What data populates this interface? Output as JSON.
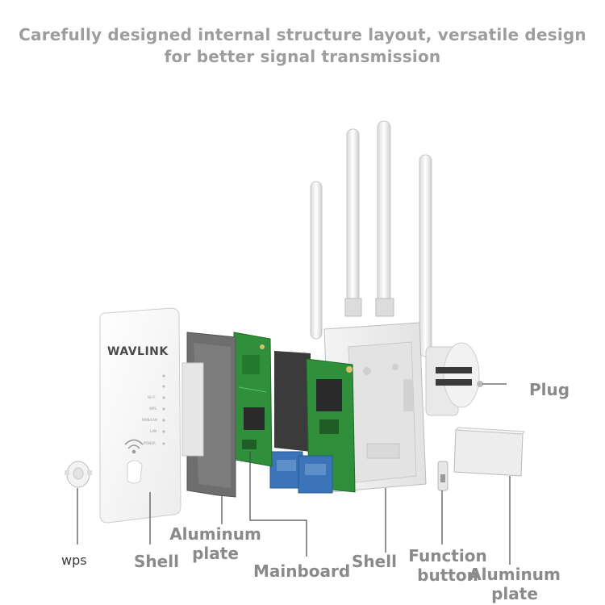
{
  "headline": {
    "line1": "Carefully designed internal structure layout, versatile design",
    "line2": "for better signal transmission"
  },
  "device": {
    "brand": "WAVLINK",
    "indicators": [
      "Wi-Fi",
      "WPS",
      "WAN/LAN",
      "LAN",
      "POWER"
    ]
  },
  "labels": {
    "wps": "wps",
    "shell_front": "Shell",
    "aluminum_plate_1_line1": "Aluminum",
    "aluminum_plate_1_line2": "plate",
    "mainboard": "Mainboard",
    "shell_back": "Shell",
    "function_button_line1": "Function",
    "function_button_line2": "button",
    "aluminum_plate_2_line1": "Aluminum",
    "aluminum_plate_2_line2": "plate",
    "plug": "Plug"
  },
  "colors": {
    "headline": "#9d9d9d",
    "label": "#8a8a8a",
    "pcb_green": "#2f8f3a",
    "port_blue": "#3b74b8",
    "plate_gray": "#6e6e6e"
  }
}
